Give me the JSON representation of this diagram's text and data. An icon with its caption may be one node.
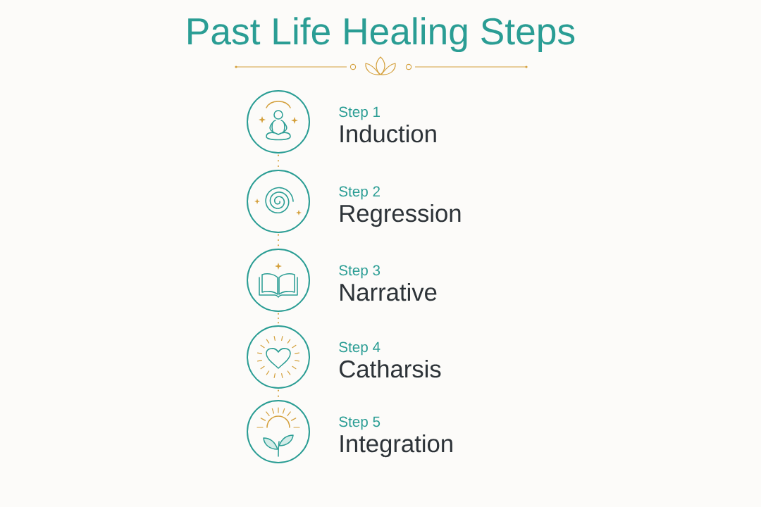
{
  "diagram": {
    "title": "Past Life Healing Steps",
    "nodes": [
      {
        "text": [],
        "shape": "circle",
        "beside": [
          "Step 1",
          "Induction"
        ]
      },
      {
        "text": [],
        "shape": "circle",
        "beside": [
          "Step 2",
          "Regression"
        ]
      },
      {
        "text": [],
        "shape": "circle",
        "beside": [
          "Step 3",
          "Narrative"
        ]
      },
      {
        "text": [],
        "shape": "circle",
        "beside": [
          "Step 4",
          "Catharsis"
        ]
      },
      {
        "text": [],
        "shape": "circle",
        "beside": [
          "Step 5",
          "Integration"
        ]
      }
    ],
    "edges": [
      {
        "from": 0,
        "to": 1,
        "arrow": "none",
        "style": "dashed"
      },
      {
        "from": 1,
        "to": 2,
        "arrow": "none",
        "style": "dashed"
      },
      {
        "from": 2,
        "to": 3,
        "arrow": "none",
        "style": "dashed"
      },
      {
        "from": 3,
        "to": 4,
        "arrow": "none",
        "style": "dashed"
      }
    ]
  }
}
